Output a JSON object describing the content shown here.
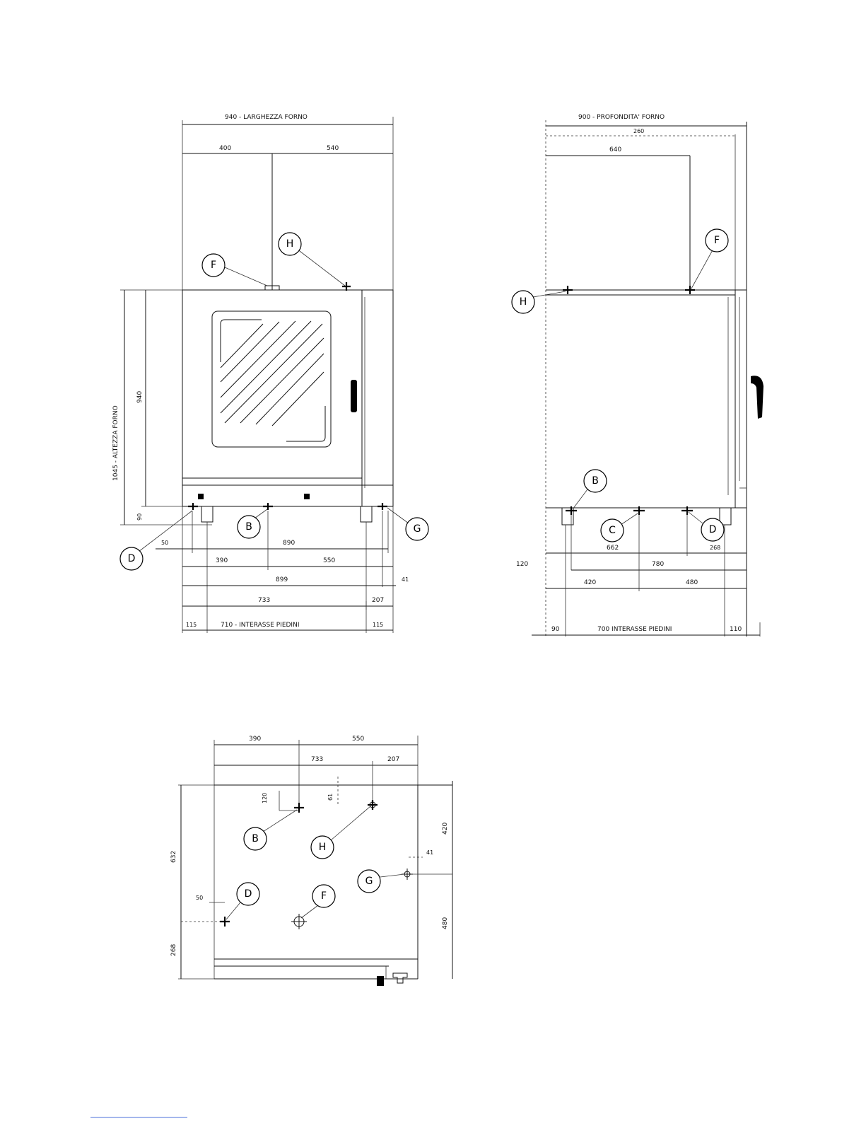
{
  "front_view": {
    "top_width_label": "940 - LARGHEZZA FORNO",
    "dim_400": "400",
    "dim_540": "540",
    "height_total_label": "1045 - ALTEZZA FORNO",
    "dim_940_vertical": "940",
    "dim_90": "90",
    "dim_50": "50",
    "dim_890": "890",
    "dim_390": "390",
    "dim_550": "550",
    "dim_899": "899",
    "dim_41": "41",
    "dim_733": "733",
    "dim_207": "207",
    "dim_115_left": "115",
    "interasse_label": "710 - INTERASSE PIEDINI",
    "dim_115_right": "115",
    "markers": [
      "F",
      "H",
      "D",
      "B",
      "G"
    ]
  },
  "side_view": {
    "top_depth_label": "900 - PROFONDITA' FORNO",
    "dim_260": "260",
    "dim_640": "640",
    "dim_120": "120",
    "dim_662": "662",
    "dim_268": "268",
    "dim_780": "780",
    "dim_420": "420",
    "dim_480": "480",
    "dim_90": "90",
    "interasse_label": "700 INTERASSE PIEDINI",
    "dim_110": "110",
    "markers": [
      "F",
      "H",
      "B",
      "C",
      "D"
    ]
  },
  "bottom_view": {
    "dim_390": "390",
    "dim_550": "550",
    "dim_733": "733",
    "dim_207": "207",
    "dim_120": "120",
    "dim_61": "61",
    "dim_632": "632",
    "dim_420": "420",
    "dim_41": "41",
    "dim_50": "50",
    "dim_480": "480",
    "dim_268": "268",
    "markers": [
      "B",
      "H",
      "G",
      "D",
      "F"
    ]
  }
}
